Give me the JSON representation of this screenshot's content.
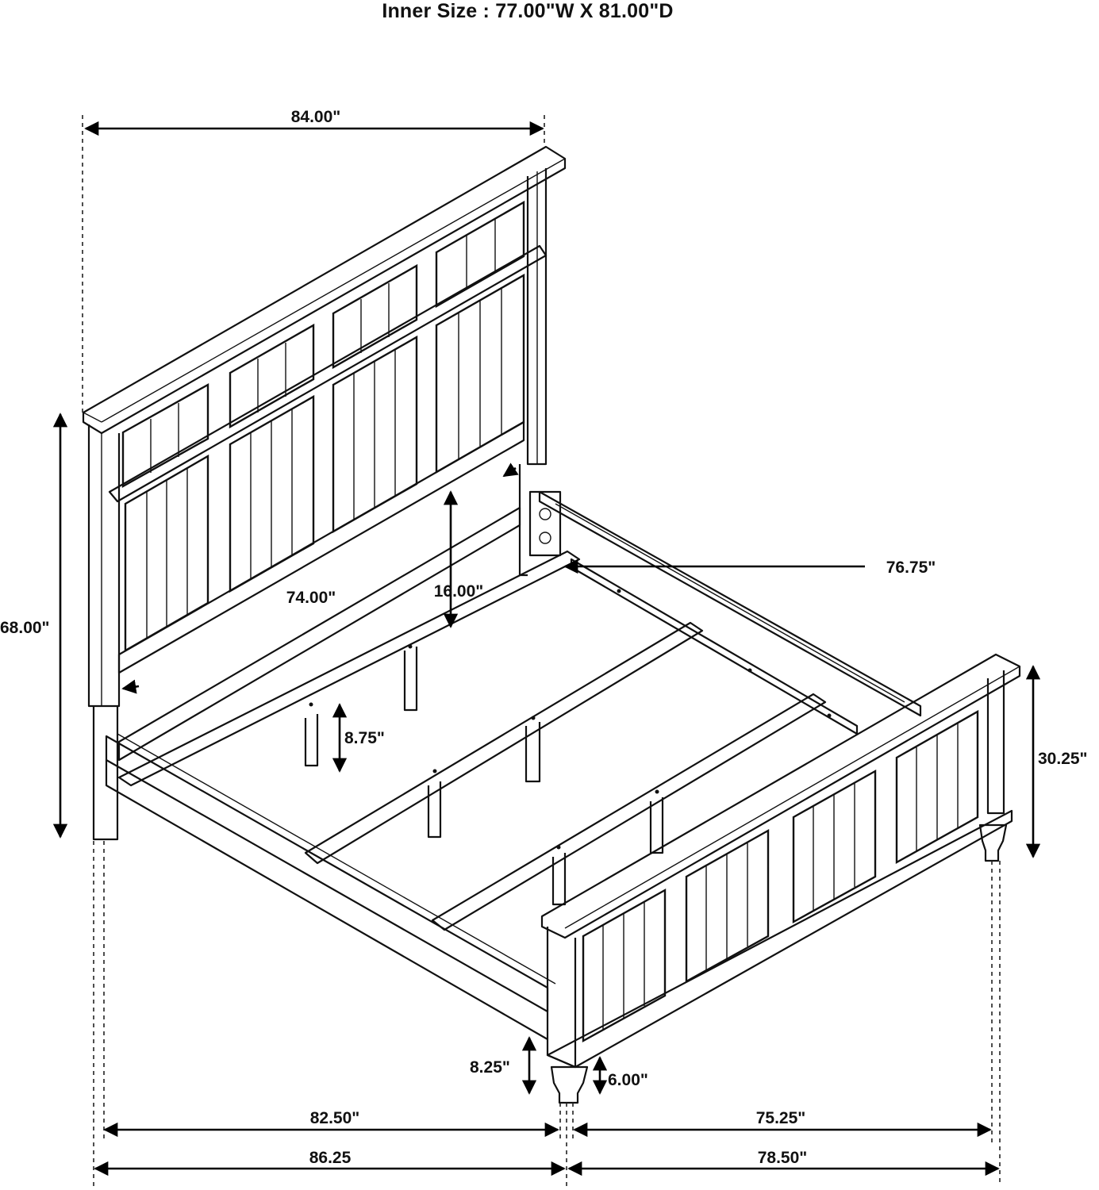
{
  "title": "Inner Size : 77.00\"W X 81.00\"D",
  "dimensions": {
    "headboard_width": "84.00\"",
    "headboard_height": "68.00\"",
    "headboard_panel_width": "74.00\"",
    "headboard_gap": "16.00\"",
    "rail_inner_width": "76.75\"",
    "slat_support_height": "8.75\"",
    "footboard_height": "30.25\"",
    "rail_clearance": "8.25\"",
    "leg_height": "6.00\"",
    "side_length_inner": "82.50\"",
    "side_length_outer": "86.25",
    "foot_width_inner": "75.25\"",
    "foot_width_outer": "78.50\""
  },
  "colors": {
    "line": "#111111",
    "background": "#ffffff"
  }
}
